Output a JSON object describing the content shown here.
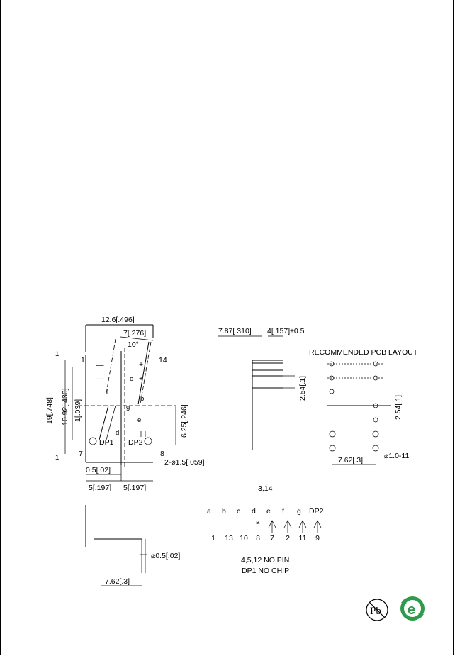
{
  "drawing": {
    "front_view": {
      "width_total": "12.6[.496]",
      "digit_width": "7[.276]",
      "slant_angle": "10°",
      "height_total": "19[.748]",
      "height_segment": "10.92[.430]",
      "segment_width": "1[.039]",
      "dp_offset": "6.25[.246]",
      "bottom_offset": "0.5[.02]",
      "pin_pitch_left": "5[.197]",
      "pin_pitch_right": "5[.197]",
      "mounting_holes": "2-⌀1.5[.059]",
      "pin_labels": {
        "p1": "1",
        "p7": "7",
        "p8": "8",
        "p14": "14"
      },
      "segment_labels": {
        "d": "d",
        "e": "e",
        "g": "g",
        "b": "b"
      },
      "dp_labels": {
        "dp1": "DP1",
        "dp2": "DP2"
      },
      "stroke_marks": {
        "m1": "—",
        "m2": "—",
        "p1": "+",
        "p2": "+",
        "o1": "o",
        "l1": "l"
      }
    },
    "side_view": {
      "depth": "7.87[.310]",
      "pin_length": "4[.157]±0.5",
      "pin_pitch": "2.54[.1]"
    },
    "pcb_layout": {
      "title": "RECOMMENDED PCB LAYOUT",
      "pin_pitch": "2.54[.1]",
      "row_spacing": "7.62[.3]",
      "hole_diameter": "⌀1.0-11"
    },
    "bottom_view": {
      "pin_diameter": "⌀0.5[.02]",
      "row_spacing": "7.62[.3]"
    },
    "pin_mapping": {
      "common": "3,14",
      "segments": [
        "a",
        "b",
        "c",
        "d",
        "e",
        "f",
        "g",
        "DP2"
      ],
      "pins": [
        "1",
        "13",
        "10",
        "8",
        "7",
        "2",
        "11",
        "9"
      ],
      "note_no_pin": "4,5,12 NO PIN",
      "note_no_chip": "DP1 NO CHIP"
    },
    "logos": {
      "pb_free": "Pb",
      "eco": "e"
    },
    "stray_marks": {
      "tick_a": "1",
      "tick_b": "1",
      "a_mark": "a"
    }
  }
}
